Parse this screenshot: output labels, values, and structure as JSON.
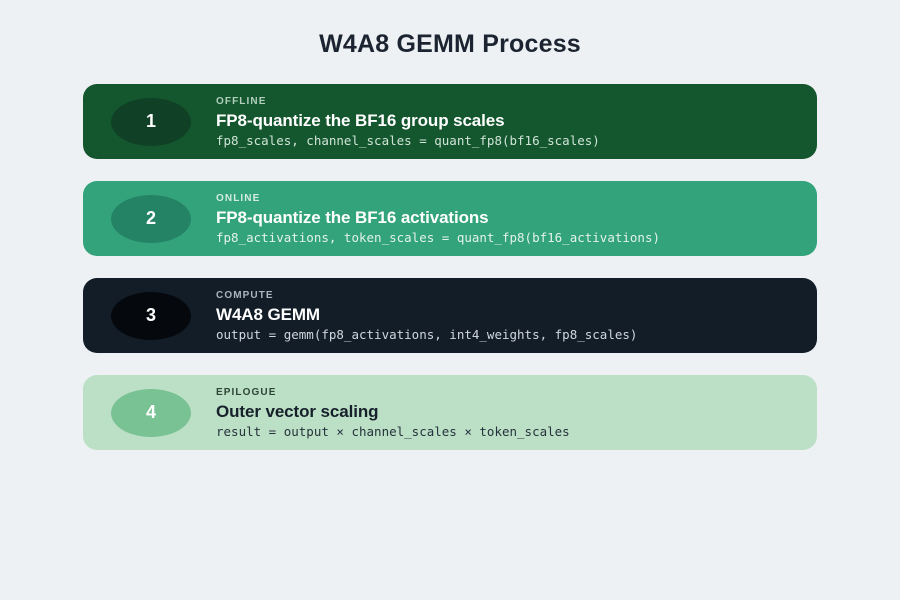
{
  "page": {
    "title": "W4A8 GEMM Process",
    "background_color": "#edf1f3",
    "title_color": "#1b2430"
  },
  "steps": [
    {
      "number": "1",
      "kicker": "OFFLINE",
      "headline": "FP8-quantize the BF16 group scales",
      "code": "fp8_scales, channel_scales = quant_fp8(bf16_scales)",
      "card_color": "#14572e",
      "badge_color": "#104026"
    },
    {
      "number": "2",
      "kicker": "ONLINE",
      "headline": "FP8-quantize the BF16 activations",
      "code": "fp8_activations, token_scales = quant_fp8(bf16_activations)",
      "card_color": "#32a37b",
      "badge_color": "#258365"
    },
    {
      "number": "3",
      "kicker": "COMPUTE",
      "headline": "W4A8 GEMM",
      "code": "output = gemm(fp8_activations, int4_weights, fp8_scales)",
      "card_color": "#121d28",
      "badge_color": "#05080c"
    },
    {
      "number": "4",
      "kicker": "EPILOGUE",
      "headline": "Outer vector scaling",
      "code": "result = output × channel_scales × token_scales",
      "card_color": "#bce0c5",
      "badge_color": "#79c294"
    }
  ]
}
